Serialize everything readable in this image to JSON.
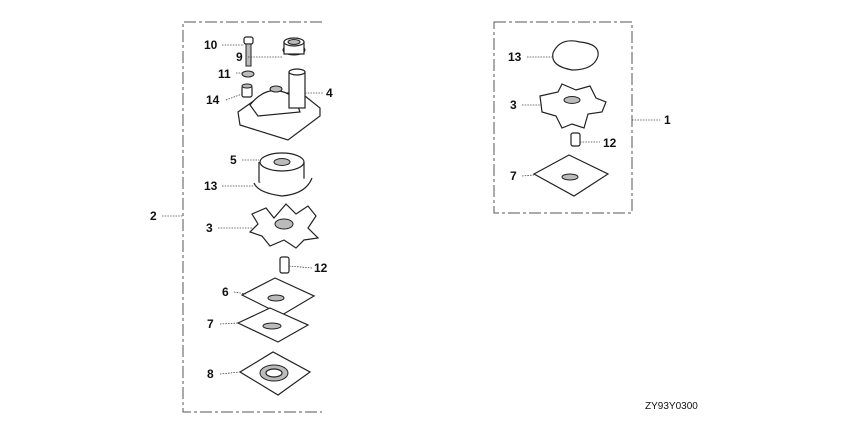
{
  "diagram": {
    "code": "ZY93Y0300",
    "left_group": {
      "callouts": {
        "c10": "10",
        "c9": "9",
        "c11": "11",
        "c14": "14",
        "c4": "4",
        "c5": "5",
        "c13": "13",
        "c2": "2",
        "c3": "3",
        "c12": "12",
        "c6": "6",
        "c7": "7",
        "c8": "8"
      }
    },
    "right_group": {
      "callouts": {
        "c13": "13",
        "c3": "3",
        "c1": "1",
        "c12": "12",
        "c7": "7"
      }
    }
  }
}
